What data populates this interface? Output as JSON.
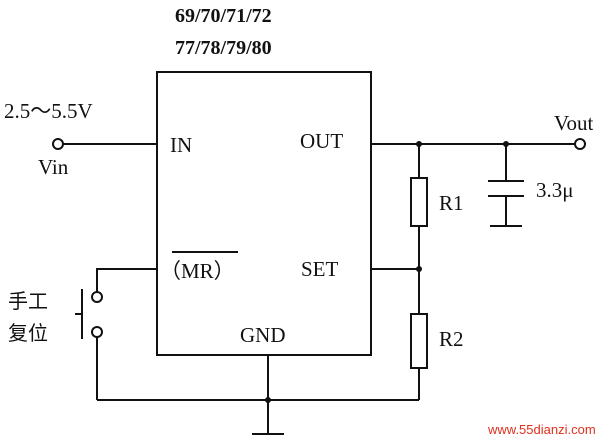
{
  "ic": {
    "part_line1": "69/70/71/72",
    "part_line2": "77/78/79/80",
    "pins": {
      "in": "IN",
      "out": "OUT",
      "mr": "（MR）",
      "set": "SET",
      "gnd": "GND"
    }
  },
  "input": {
    "range": "2.5～5.5V",
    "name": "Vin"
  },
  "output": {
    "name": "Vout"
  },
  "components": {
    "r1": "R1",
    "r2": "R2",
    "capacitor": "3.3μ"
  },
  "reset_switch": {
    "line1": "手工",
    "line2": "复位"
  },
  "watermark": {
    "text": "www.55dianzi.com",
    "color": "#e0301e"
  }
}
